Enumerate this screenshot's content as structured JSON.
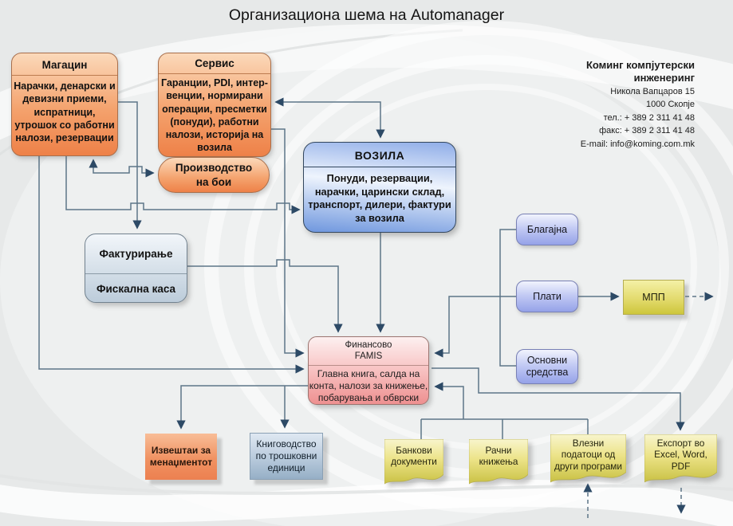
{
  "title": "Организациона шема на Automanager",
  "company": {
    "name": "Коминг компјутерски\nинженеринг",
    "address_line1": "Никола Вапцаров 15",
    "address_line2": "1000 Скопје",
    "phone": "тел.: + 389 2 311 41 48",
    "fax": "факс: + 389 2 311 41 48",
    "email": "E-mail: info@koming.com.mk"
  },
  "nodes": {
    "magacin": {
      "title": "Магацин",
      "body": "Нарачки, денарски и\nдевизни приеми,\nиспратници,\nутрошок со работни\nналози, резервации"
    },
    "servis": {
      "title": "Сервис",
      "body": "Гаранции, PDI, интер-\nвенции, нормирани\nоперации, пресметки\n(понуди), работни\nналози, историја на\nвозила"
    },
    "proizvodstvo_na_boi": {
      "label": "Производство\nна бои"
    },
    "vozila": {
      "title": "ВОЗИЛА",
      "body": "Понуди, резервации,\nнарачки, царински склад,\nтранспорт, дилери, фактури\nза возила"
    },
    "fakturiranje": {
      "title": "Фактурирање",
      "subtitle": "Фискална каса"
    },
    "finansovo": {
      "title": "Финансово\nFAMIS",
      "body": "Главна книга, салда на\nконта, налози за книжење,\nпобарувања и обврски"
    },
    "blagajna": {
      "label": "Благајна"
    },
    "plati": {
      "label": "Плати"
    },
    "osnovni_sredstva": {
      "label": "Основни\nсредства"
    },
    "mpp": {
      "label": "МПП"
    },
    "izvestai": {
      "label": "Извештаи за\nменаџментот"
    },
    "knigovodstvo": {
      "label": "Книговодство\nпо трошковни\nединици"
    },
    "bankovi_dokumenti": {
      "label": "Банкови\nдокументи"
    },
    "racni_knizenja": {
      "label": "Рачни\nкнижења"
    },
    "vlezni_podatoci": {
      "label": "Влезни\nподатоци од\nдруги програми"
    },
    "eksport": {
      "label": "Експорт во\nExcel, Word,\nPDF"
    }
  },
  "colors": {
    "connector": "#5d7587",
    "arrowhead": "#2d4a66",
    "orange_box": "#ee8148",
    "blue_box": "#6f97de",
    "pink_box": "#ee9090",
    "purple_box": "#95a2e8",
    "yellow_doc": "#c9c144",
    "grayblue_box": "#bcccda"
  }
}
